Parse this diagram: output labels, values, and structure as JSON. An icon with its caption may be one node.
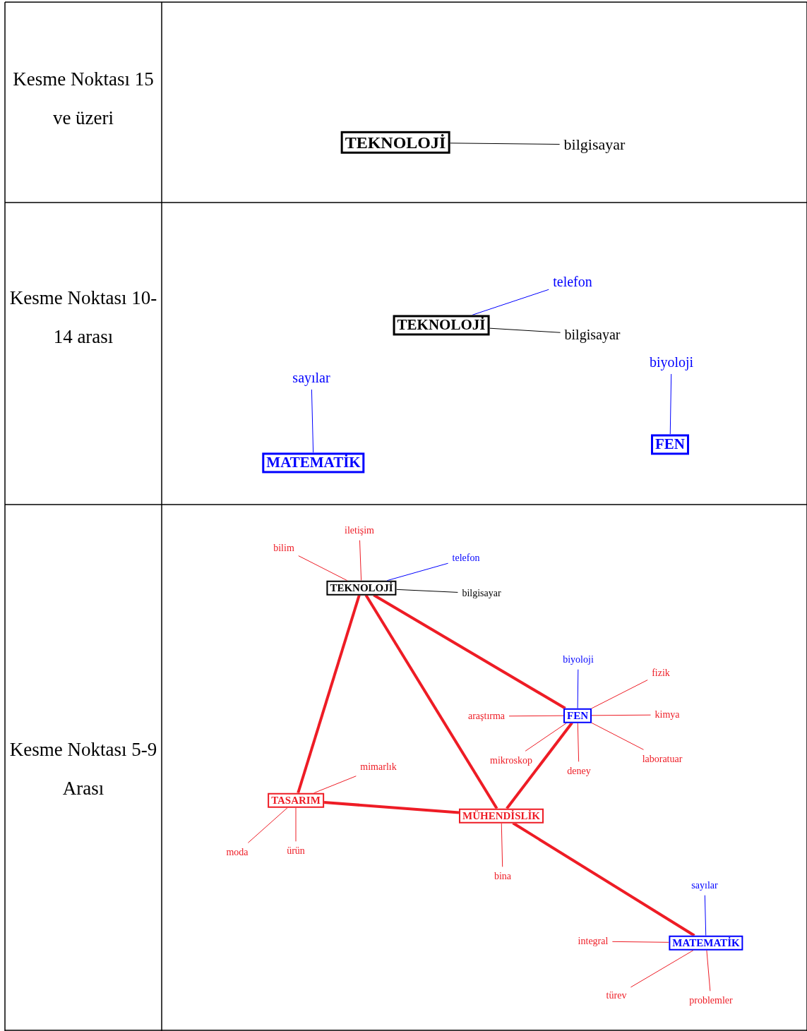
{
  "diagram": {
    "nodes": [
      {
        "text": [
          "TEKNOLOJİ"
        ]
      },
      {
        "text": [
          "bilgisayar"
        ]
      },
      {
        "text": [
          "TEKNOLOJİ"
        ]
      },
      {
        "text": [
          "telefon"
        ]
      },
      {
        "text": [
          "bilgisayar"
        ]
      },
      {
        "text": [
          "biyoloji"
        ]
      },
      {
        "text": [
          "FEN"
        ]
      },
      {
        "text": [
          "sayılar"
        ]
      },
      {
        "text": [
          "MATEMATİK"
        ]
      },
      {
        "text": [
          "TEKNOLOJİ"
        ]
      },
      {
        "text": [
          "iletişim"
        ]
      },
      {
        "text": [
          "bilim"
        ]
      },
      {
        "text": [
          "telefon"
        ]
      },
      {
        "text": [
          "bilgisayar"
        ]
      },
      {
        "text": [
          "FEN"
        ]
      },
      {
        "text": [
          "biyoloji"
        ]
      },
      {
        "text": [
          "fizik"
        ]
      },
      {
        "text": [
          "araştırma"
        ]
      },
      {
        "text": [
          "kimya"
        ]
      },
      {
        "text": [
          "mikroskop"
        ]
      },
      {
        "text": [
          "laboratuar"
        ]
      },
      {
        "text": [
          "deney"
        ]
      },
      {
        "text": [
          "TASARIM"
        ]
      },
      {
        "text": [
          "mimarlık"
        ]
      },
      {
        "text": [
          "moda"
        ]
      },
      {
        "text": [
          "ürün"
        ]
      },
      {
        "text": [
          "MÜHENDİSLİK"
        ]
      },
      {
        "text": [
          "bina"
        ]
      },
      {
        "text": [
          "MATEMATİK"
        ]
      },
      {
        "text": [
          "sayılar"
        ]
      },
      {
        "text": [
          "integral"
        ]
      },
      {
        "text": [
          "türev"
        ]
      },
      {
        "text": [
          "problemler"
        ]
      }
    ],
    "edges": [
      {
        "from": 0,
        "to": 1,
        "arrow": "none",
        "color": "#000000"
      },
      {
        "from": 2,
        "to": 3,
        "arrow": "none",
        "color": "#0000ff"
      },
      {
        "from": 2,
        "to": 4,
        "arrow": "none",
        "color": "#000000"
      },
      {
        "from": 6,
        "to": 5,
        "arrow": "none",
        "color": "#0000ff"
      },
      {
        "from": 8,
        "to": 7,
        "arrow": "none",
        "color": "#0000ff"
      },
      {
        "from": 9,
        "to": 10,
        "arrow": "none"
      },
      {
        "from": 9,
        "to": 11,
        "arrow": "none"
      },
      {
        "from": 9,
        "to": 12,
        "arrow": "none",
        "color": "#0000ff"
      },
      {
        "from": 9,
        "to": 13,
        "arrow": "none",
        "color": "#000000"
      },
      {
        "from": 9,
        "to": 22,
        "arrow": "none",
        "style": "thick"
      },
      {
        "from": 9,
        "to": 26,
        "arrow": "none",
        "style": "thick"
      },
      {
        "from": 9,
        "to": 14,
        "arrow": "none",
        "style": "thick"
      },
      {
        "from": 14,
        "to": 15,
        "arrow": "none",
        "color": "#0000ff"
      },
      {
        "from": 14,
        "to": 16,
        "arrow": "none"
      },
      {
        "from": 14,
        "to": 17,
        "arrow": "none"
      },
      {
        "from": 14,
        "to": 18,
        "arrow": "none"
      },
      {
        "from": 14,
        "to": 19,
        "arrow": "none"
      },
      {
        "from": 14,
        "to": 20,
        "arrow": "none"
      },
      {
        "from": 14,
        "to": 21,
        "arrow": "none"
      },
      {
        "from": 14,
        "to": 26,
        "arrow": "none",
        "style": "thick"
      },
      {
        "from": 22,
        "to": 23,
        "arrow": "none"
      },
      {
        "from": 22,
        "to": 24,
        "arrow": "none"
      },
      {
        "from": 22,
        "to": 25,
        "arrow": "none"
      },
      {
        "from": 22,
        "to": 26,
        "arrow": "none",
        "style": "thick"
      },
      {
        "from": 26,
        "to": 27,
        "arrow": "none"
      },
      {
        "from": 26,
        "to": 28,
        "arrow": "none",
        "style": "thick"
      },
      {
        "from": 28,
        "to": 29,
        "arrow": "none",
        "color": "#0000ff"
      },
      {
        "from": 28,
        "to": 30,
        "arrow": "none"
      },
      {
        "from": 28,
        "to": 31,
        "arrow": "none"
      },
      {
        "from": 28,
        "to": 32,
        "arrow": "none"
      }
    ],
    "labels": [
      "Kesme Noktası 15 ve üzeri",
      "Kesme Noktası 10-14 arası",
      "Kesme Noktası 5-9 Arası"
    ]
  }
}
